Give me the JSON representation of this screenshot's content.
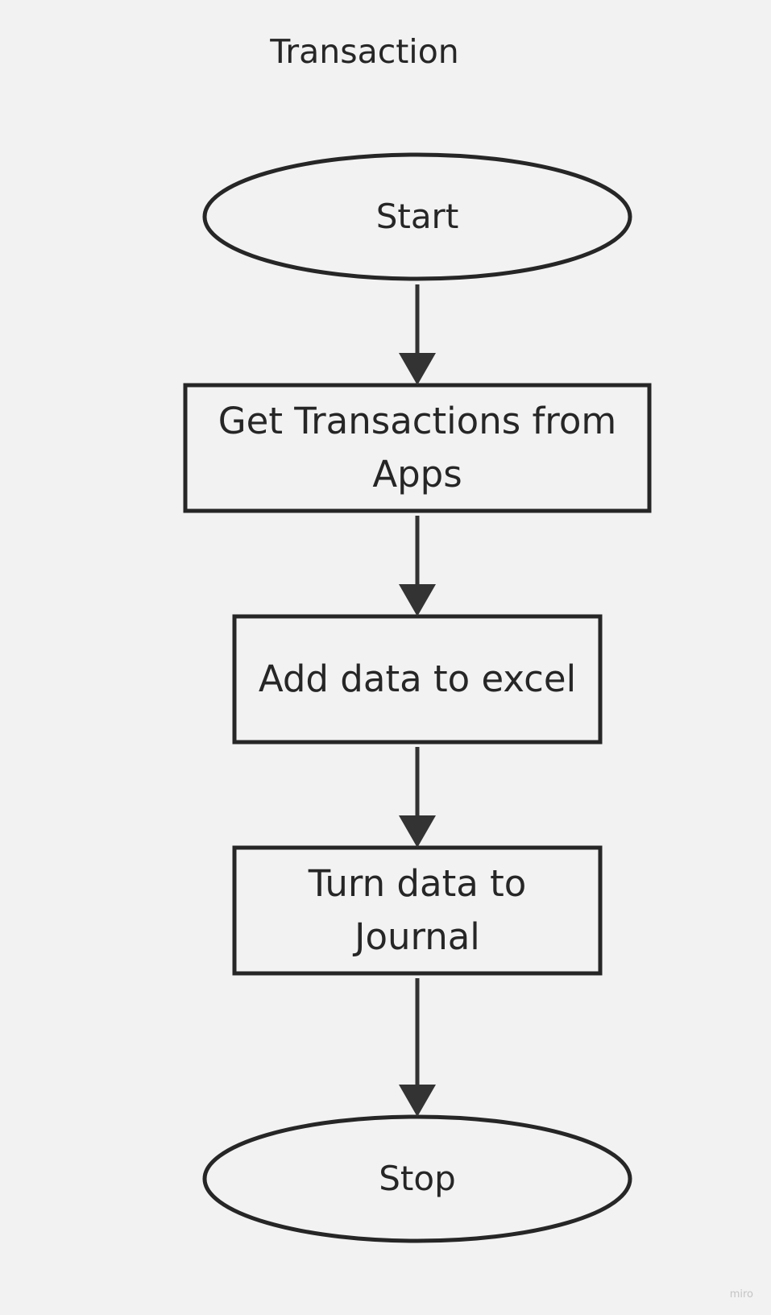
{
  "title": "Transaction",
  "nodes": {
    "start": "Start",
    "get_transactions": "Get Transactions from Apps",
    "add_data": "Add data to excel",
    "turn_data": "Turn data to Journal",
    "stop": "Stop"
  },
  "watermark": "miro",
  "colors": {
    "background": "#f2f2f2",
    "stroke": "#262626",
    "text": "#262626"
  }
}
